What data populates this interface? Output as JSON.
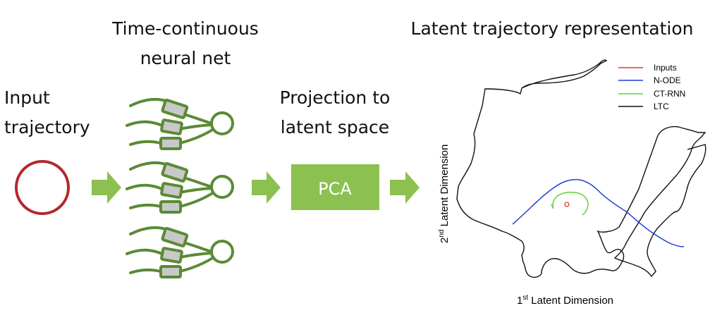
{
  "labels": {
    "input_trajectory": [
      "Input",
      "trajectory"
    ],
    "neural_net": [
      "Time-continuous",
      "neural net"
    ],
    "projection": [
      "Projection to",
      "latent space"
    ],
    "pca": "PCA",
    "latent_title": "Latent trajectory representation"
  },
  "axes": {
    "y_prefix": "2",
    "y_sup": "nd",
    "y_rest": " Latent Dimension",
    "x_prefix": "1",
    "x_sup": "st",
    "x_rest": " Latent Dimension"
  },
  "legend": [
    {
      "name": "Inputs",
      "color": "#e03c31"
    },
    {
      "name": "N-ODE",
      "color": "#1f3fd6"
    },
    {
      "name": "CT-RNN",
      "color": "#5ad438"
    },
    {
      "name": "LTC",
      "color": "#111111"
    }
  ],
  "colors": {
    "input_circle": "#b3282d",
    "arrow": "#8cc152",
    "pca_box": "#8cc152",
    "neuron": "#5b8a35",
    "synapse_fill": "#c8c8c8"
  }
}
